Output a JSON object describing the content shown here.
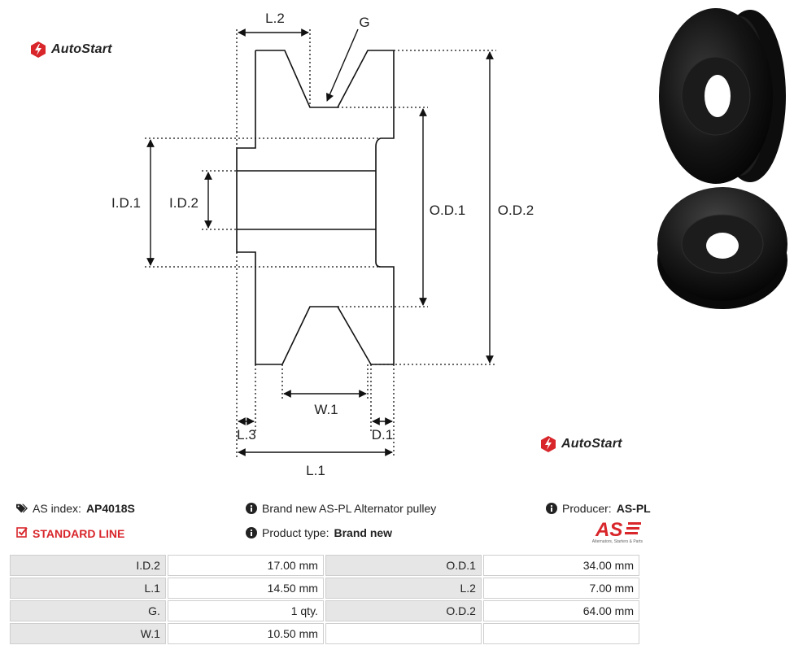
{
  "brand": {
    "name": "AutoStart",
    "color": "#d8262b"
  },
  "drawing": {
    "labels": {
      "l2": "L.2",
      "g": "G",
      "id1": "I.D.1",
      "id2": "I.D.2",
      "od1": "O.D.1",
      "od2": "O.D.2",
      "w1": "W.1",
      "l3": "L.3",
      "d1": "D.1",
      "l1": "L.1"
    }
  },
  "info": {
    "as_index_label": "AS index:",
    "as_index_value": "AP4018S",
    "standard_line": "STANDARD LINE",
    "description": "Brand new AS-PL Alternator pulley",
    "product_type_label": "Product type:",
    "product_type_value": "Brand new",
    "producer_label": "Producer:",
    "producer_value": "AS-PL",
    "producer_logo_text": "AS",
    "producer_logo_tagline": "Alternators, Starters & Parts"
  },
  "specs": {
    "rows": [
      {
        "l1": "I.D.2",
        "v1": "17.00 mm",
        "l2": "O.D.1",
        "v2": "34.00 mm"
      },
      {
        "l1": "L.1",
        "v1": "14.50 mm",
        "l2": "L.2",
        "v2": "7.00 mm"
      },
      {
        "l1": "G.",
        "v1": "1 qty.",
        "l2": "O.D.2",
        "v2": "64.00 mm"
      },
      {
        "l1": "W.1",
        "v1": "10.50 mm",
        "l2": "",
        "v2": ""
      }
    ]
  }
}
